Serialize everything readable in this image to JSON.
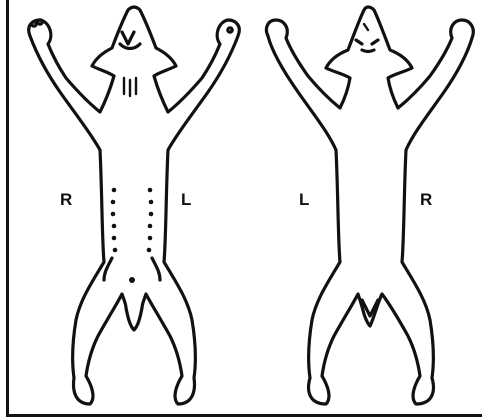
{
  "figure": {
    "ventral_view": {
      "left_side_label": "R",
      "right_side_label": "L"
    },
    "dorsal_view": {
      "left_side_label": "L",
      "right_side_label": "R"
    }
  },
  "colors": {
    "outline": "#111111",
    "background": "#ffffff"
  }
}
